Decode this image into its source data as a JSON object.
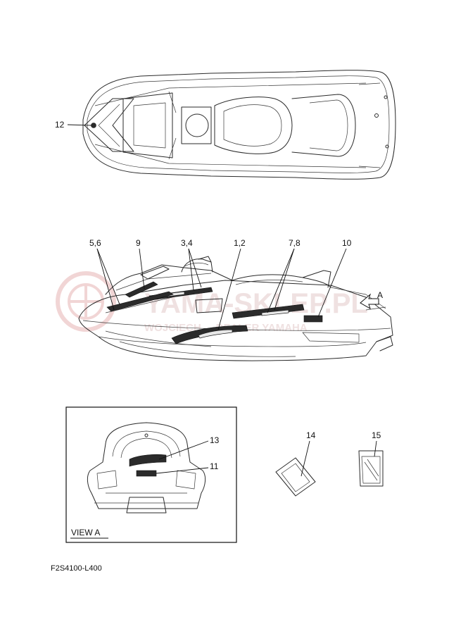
{
  "callouts": {
    "c12": "12",
    "c56": "5,6",
    "c9": "9",
    "c34": "3,4",
    "c12b": "1,2",
    "c78": "7,8",
    "c10": "10",
    "c13": "13",
    "c11": "11",
    "c14": "14",
    "c15": "15",
    "arrow_a": "A"
  },
  "view_label": "VIEW A",
  "figure_code": "F2S4100-L400",
  "watermark": {
    "line1": "YAMA-SKLEP.PL",
    "line2": "WOJCIECH ... DEALER YAMAHA"
  },
  "colors": {
    "line": "#2a2a2a",
    "decal": "#2b2b2b",
    "watermark": "#e3c9c9"
  }
}
